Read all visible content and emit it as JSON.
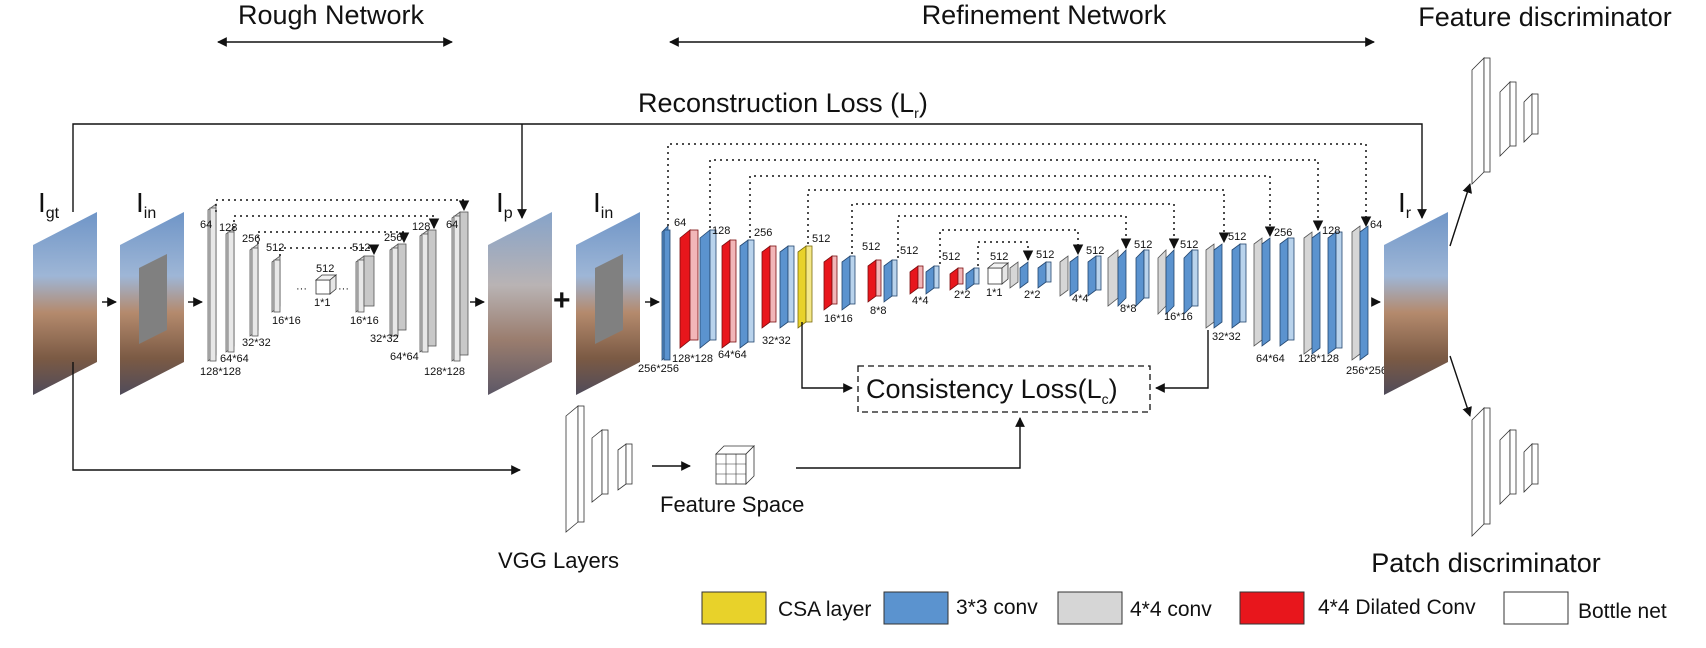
{
  "sections": {
    "rough": "Rough Network",
    "refinement": "Refinement Network",
    "feature_disc": "Feature discriminator",
    "patch_disc": "Patch discriminator"
  },
  "losses": {
    "reconstruction": "Reconstruction Loss (L",
    "reconstruction_sub": "r",
    "consistency": "Consistency Loss(L",
    "consistency_sub": "c"
  },
  "images": {
    "i_gt": "gt",
    "i_in": "in",
    "i_p": "p",
    "i_in2": "in",
    "i_r": "r",
    "main_letter": "I"
  },
  "labels": {
    "feature_space": "Feature Space",
    "vgg_layers": "VGG Layers",
    "plus": "+"
  },
  "rough_dims": {
    "c64a": "64",
    "c128a": "128",
    "c256a": "256",
    "c512a": "512",
    "c512mid": "512",
    "c512b": "512",
    "c256b": "256",
    "c128b": "128",
    "c64b": "64",
    "s128a": "128*128",
    "s64a": "64*64",
    "s32a": "32*32",
    "s16a": "16*16",
    "s1": "1*1",
    "s16b": "16*16",
    "s32b": "32*32",
    "s64b": "64*64",
    "s128b": "128*128",
    "ell1": "···",
    "ell2": "···"
  },
  "refine_dims": {
    "c64a": "64",
    "c128a": "128",
    "c256a": "256",
    "c512csa": "512",
    "c512a": "512",
    "c512b": "512",
    "c512c": "512",
    "c512mid": "512",
    "c512d": "512",
    "c512e": "512",
    "c512f": "512",
    "c512g": "512",
    "c512h": "512",
    "c256b": "256",
    "c128b": "128",
    "c64b": "64",
    "s256a": "256*256",
    "s128a": "128*128",
    "s64a": "64*64",
    "s32a": "32*32",
    "s16a": "16*16",
    "s8a": "8*8",
    "s4a": "4*4",
    "s2a": "2*2",
    "s1": "1*1",
    "s2b": "2*2",
    "s4b": "4*4",
    "s8b": "8*8",
    "s16b": "16*16",
    "s32b": "32*32",
    "s64b": "64*64",
    "s128b": "128*128",
    "s256b": "256*256"
  },
  "legend": {
    "items": [
      {
        "label": "CSA layer",
        "color": "#e8d22a"
      },
      {
        "label": "3*3 conv",
        "color": "#5b93cf"
      },
      {
        "label": "4*4 conv",
        "color": "#d6d6d6"
      },
      {
        "label": "4*4 Dilated Conv",
        "color": "#e8161c"
      },
      {
        "label": "Bottle net",
        "color": "#ffffff"
      }
    ]
  },
  "colors": {
    "csa": "#e8d22a",
    "conv3": "#5b93cf",
    "conv4": "#d6d6d6",
    "dilated": "#e8161c",
    "bottle": "#ffffff",
    "masked": "#808080"
  }
}
